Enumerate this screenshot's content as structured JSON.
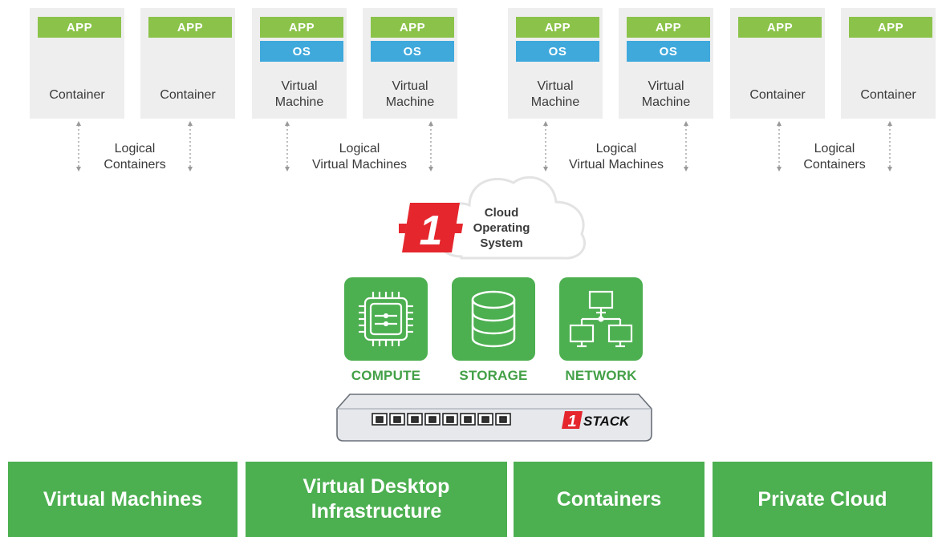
{
  "cards": [
    {
      "app": "APP",
      "os": null,
      "label": "Container"
    },
    {
      "app": "APP",
      "os": null,
      "label": "Container"
    },
    {
      "app": "APP",
      "os": "OS",
      "label": "Virtual\nMachine"
    },
    {
      "app": "APP",
      "os": "OS",
      "label": "Virtual\nMachine"
    },
    {
      "app": "APP",
      "os": "OS",
      "label": "Virtual\nMachine"
    },
    {
      "app": "APP",
      "os": "OS",
      "label": "Virtual\nMachine"
    },
    {
      "app": "APP",
      "os": null,
      "label": "Container"
    },
    {
      "app": "APP",
      "os": null,
      "label": "Container"
    }
  ],
  "groups": [
    {
      "label": "Logical\nContainers"
    },
    {
      "label": "Logical\nVirtual Machines"
    },
    {
      "label": "Logical\nVirtual Machines"
    },
    {
      "label": "Logical\nContainers"
    }
  ],
  "cloud": {
    "logo_text": "1",
    "label": "Cloud\nOperating\nSystem"
  },
  "resources": [
    {
      "label": "COMPUTE",
      "icon": "cpu-chip-icon"
    },
    {
      "label": "STORAGE",
      "icon": "database-icon"
    },
    {
      "label": "NETWORK",
      "icon": "network-topology-icon"
    }
  ],
  "hardware": {
    "brand_number": "1",
    "brand_text": "STACK",
    "port_icon": "ethernet-port-icon"
  },
  "banners": [
    {
      "label": "Virtual Machines"
    },
    {
      "label": "Virtual Desktop\nInfrastructure"
    },
    {
      "label": "Containers"
    },
    {
      "label": "Private Cloud"
    }
  ],
  "colors": {
    "app_green": "#8bc34a",
    "os_blue": "#3fa9dc",
    "resource_green": "#4caf50",
    "label_green": "#43a047",
    "brand_red": "#e5262d",
    "card_grey": "#eeeeee"
  }
}
